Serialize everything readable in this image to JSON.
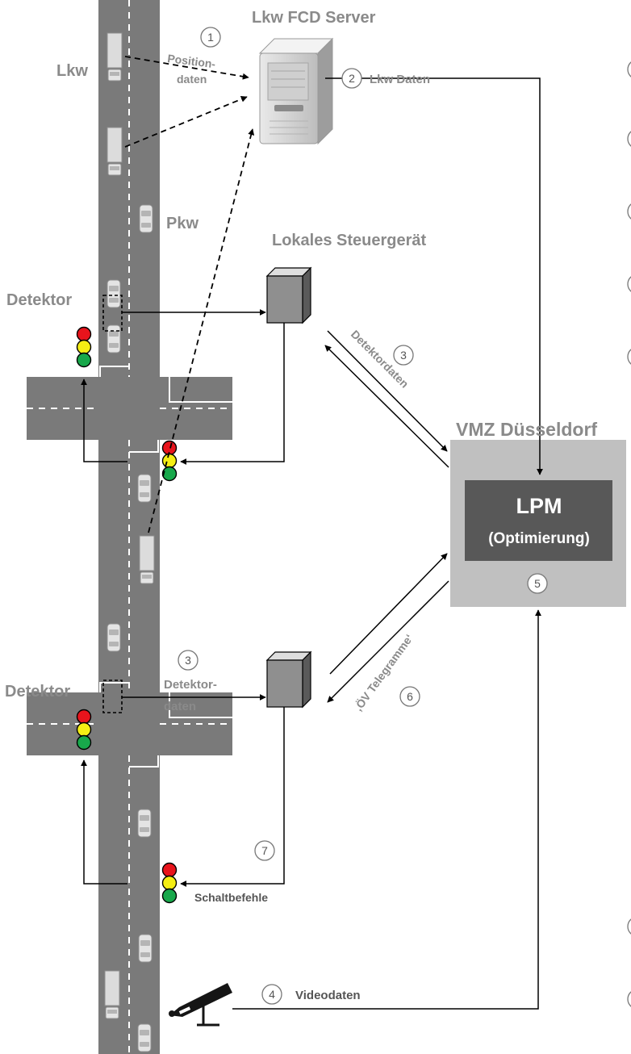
{
  "server": {
    "title": "Lkw FCD Server"
  },
  "vehicles": {
    "lkw": "Lkw",
    "pkw": "Pkw"
  },
  "controller": {
    "title": "Lokales Steuergerät"
  },
  "detector": {
    "label": "Detektor"
  },
  "flows": {
    "position_line1": "Position-",
    "position_line2": "daten",
    "lkw_daten": "Lkw Daten",
    "detektordaten_diag": "Detektordaten",
    "detektor_line1": "Detektor-",
    "detektor_line2": "daten",
    "oev_telegramme": "‚ÖV Telegramme‘",
    "schaltbefehle": "Schaltbefehle",
    "videodaten": "Videodaten"
  },
  "vmz": {
    "title": "VMZ Düsseldorf",
    "lpm_title": "LPM",
    "lpm_subtitle": "(Optimierung)"
  },
  "steps": {
    "s1": "1",
    "s2": "2",
    "s3": "3",
    "s4": "4",
    "s5": "5",
    "s6": "6",
    "s7": "7"
  },
  "icons": {
    "server": "server-tower-icon",
    "controller": "control-box-icon",
    "camera": "video-camera-icon",
    "traffic_light": "traffic-light-icon",
    "truck": "truck-icon",
    "car": "car-icon"
  },
  "colors": {
    "road": "#7a7a7a",
    "vmz_box": "#c0c0c0",
    "lpm_box": "#585858",
    "red": "#e8141c",
    "yellow": "#f5ee14",
    "green": "#18a84b"
  }
}
